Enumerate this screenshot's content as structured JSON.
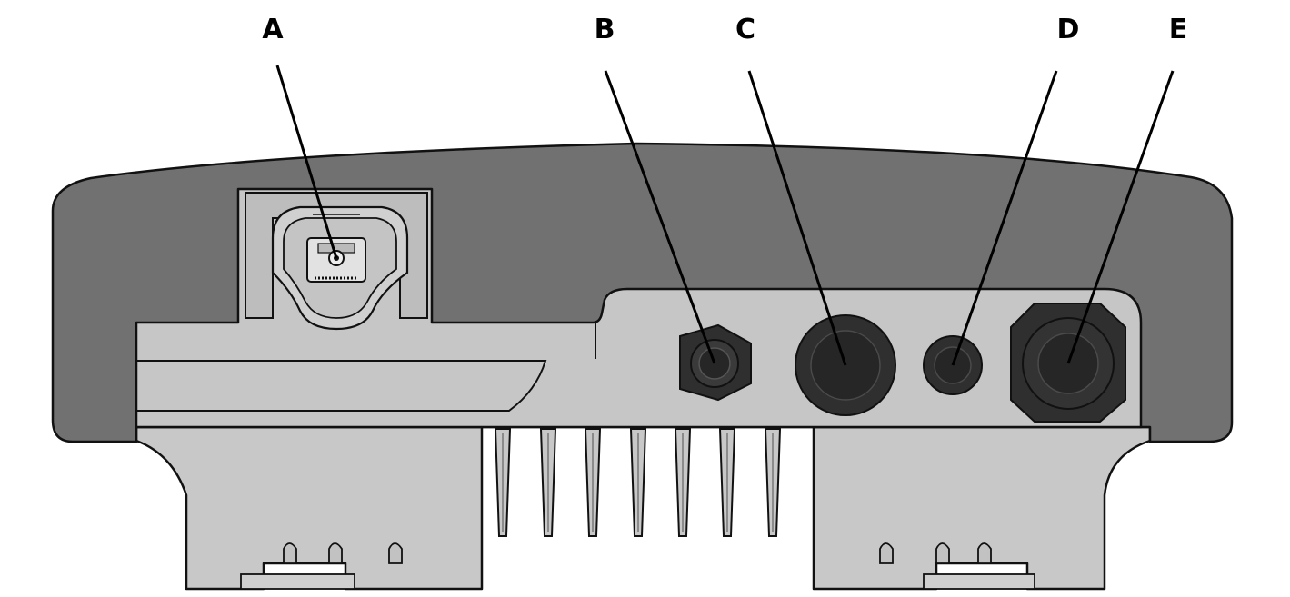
{
  "callouts": [
    {
      "id": "A",
      "label": "A",
      "target": "network-port"
    },
    {
      "id": "B",
      "label": "B",
      "target": "small-cable-gland"
    },
    {
      "id": "C",
      "label": "C",
      "target": "large-enclosure-opening"
    },
    {
      "id": "D",
      "label": "D",
      "target": "small-enclosure-opening"
    },
    {
      "id": "E",
      "label": "E",
      "target": "large-cable-gland"
    }
  ],
  "colors": {
    "housing_dark": "#717171",
    "housing_light": "#c8c8c8",
    "panel_light": "#c6c6c6",
    "gland_black": "#2f2f2f",
    "outline": "#111111",
    "leader": "#000000"
  }
}
